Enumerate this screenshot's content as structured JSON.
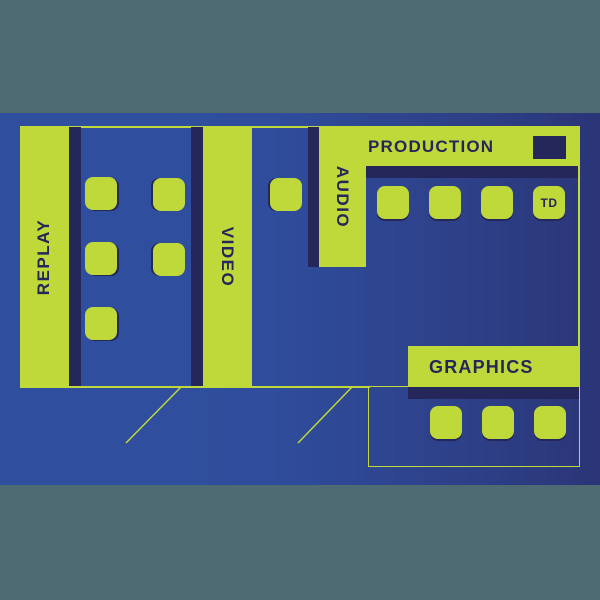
{
  "colors": {
    "background_outer": "#4e6a72",
    "panel_blue": "#2f4f9e",
    "accent_lime": "#bfd83a",
    "dark_navy": "#25265a"
  },
  "zones": {
    "replay": {
      "label": "REPLAY",
      "stations": 5
    },
    "video": {
      "label": "VIDEO",
      "stations": 1
    },
    "audio": {
      "label": "AUDIO"
    },
    "production": {
      "label": "PRODUCTION",
      "stations": 4,
      "station_labels": [
        "",
        "",
        "",
        "TD"
      ]
    },
    "graphics": {
      "label": "GRAPHICS",
      "stations": 3
    }
  }
}
